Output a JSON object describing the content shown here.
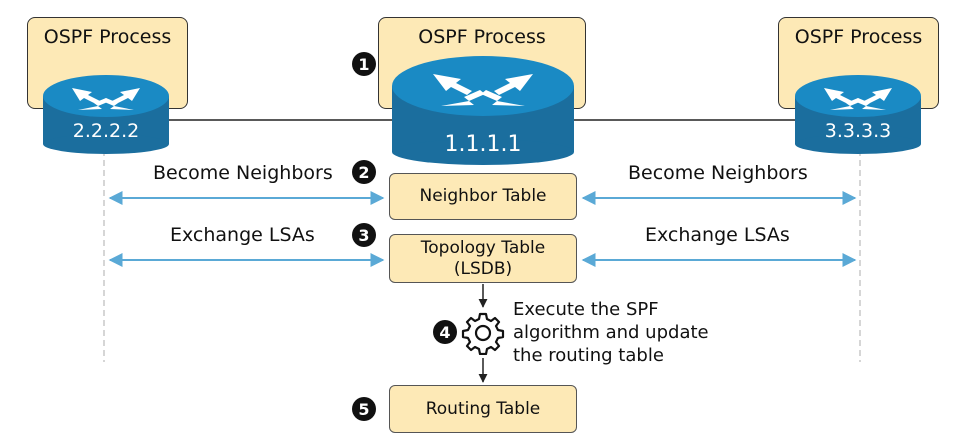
{
  "processes": {
    "left": {
      "label": "OSPF Process",
      "router_id": "2.2.2.2"
    },
    "center": {
      "label": "OSPF Process",
      "router_id": "1.1.1.1"
    },
    "right": {
      "label": "OSPF Process",
      "router_id": "3.3.3.3"
    }
  },
  "steps": [
    "1",
    "2",
    "3",
    "4",
    "5"
  ],
  "tables": {
    "neighbor": "Neighbor Table",
    "topology_line1": "Topology Table",
    "topology_line2": "(LSDB)",
    "routing": "Routing Table"
  },
  "labels": {
    "become_neighbors_left": "Become Neighbors",
    "become_neighbors_right": "Become Neighbors",
    "exchange_lsas_left": "Exchange LSAs",
    "exchange_lsas_right": "Exchange LSAs",
    "spf_line1": "Execute the SPF",
    "spf_line2": "algorithm and update",
    "spf_line3": "the routing table"
  },
  "colors": {
    "process_fill": "#fde9b6",
    "router_blue": "#1b6e9e",
    "arrow_blue": "#5aa9d6"
  },
  "icons": {
    "router": "router-icon",
    "gear": "gear-icon"
  }
}
